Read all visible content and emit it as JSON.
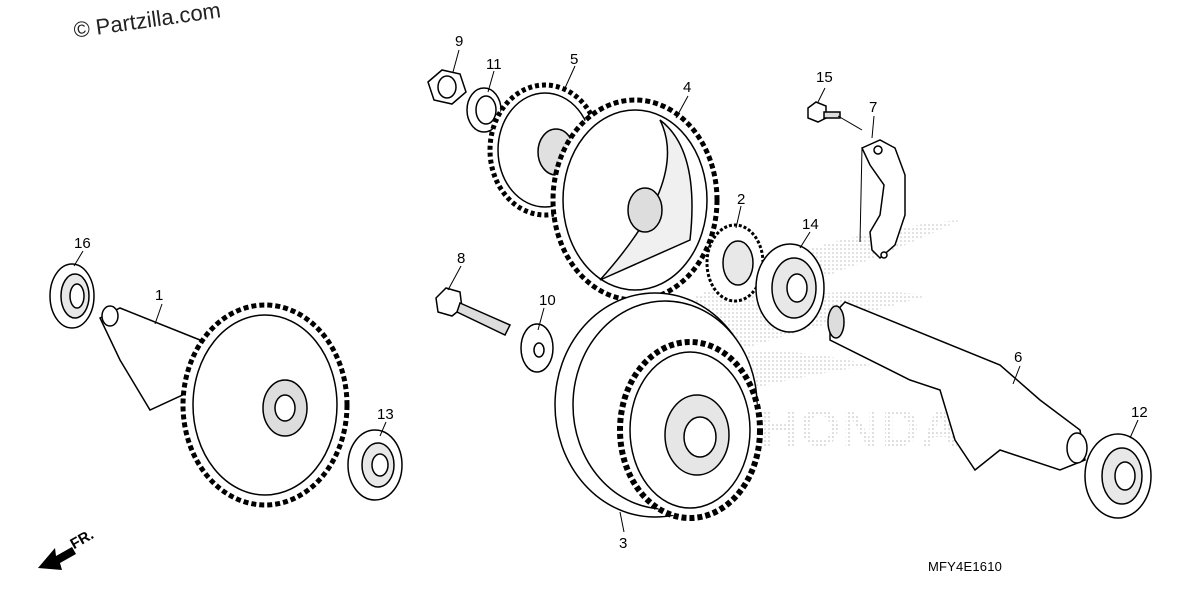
{
  "watermark": "© Partzilla.com",
  "diagram_code": "MFY4E1610",
  "direction_label": "FR.",
  "brand_watermark": "HONDA",
  "callouts": [
    "1",
    "2",
    "3",
    "4",
    "5",
    "6",
    "7",
    "8",
    "9",
    "10",
    "11",
    "12",
    "13",
    "14",
    "15",
    "16"
  ],
  "colors": {
    "line": "#000000",
    "fill": "#ffffff",
    "shade": "#cfcfcf",
    "watermark_dots": "#b9b9b9"
  }
}
